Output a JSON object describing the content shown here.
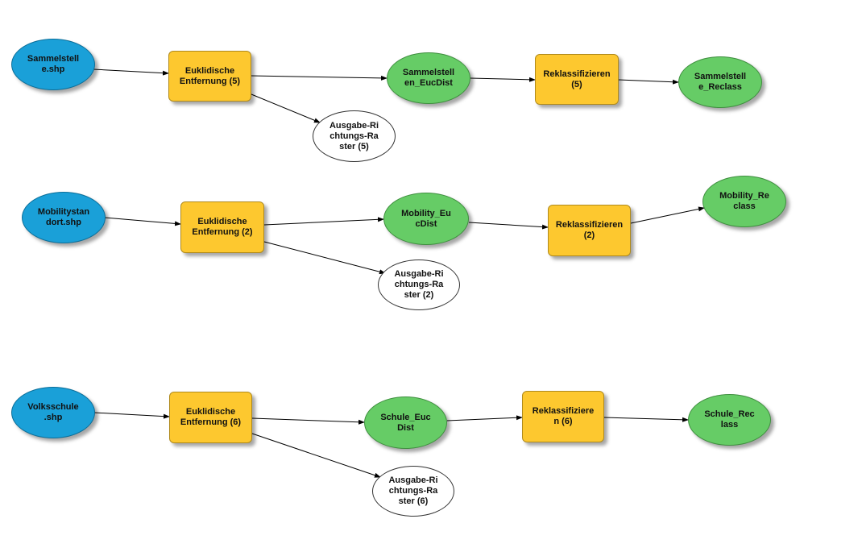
{
  "colors": {
    "input_data": "#1aa0d8",
    "tool": "#fdc82f",
    "derived_data": "#66cc66",
    "output_raster": "#ffffff",
    "connector": "#000000"
  },
  "rows": [
    {
      "input": "Sammelstell\ne.shp",
      "tool": "Euklidische\nEntfernung (5)",
      "distance": "Sammelstell\nen_EucDist",
      "direction": "Ausgabe-Ri\nchtungs-Ra\nster (5)",
      "reclass_tool": "Reklassifizieren\n(5)",
      "reclass_out": "Sammelstell\ne_Reclass"
    },
    {
      "input": "Mobilitystan\ndort.shp",
      "tool": "Euklidische\nEntfernung (2)",
      "distance": "Mobility_Eu\ncDist",
      "direction": "Ausgabe-Ri\nchtungs-Ra\nster (2)",
      "reclass_tool": "Reklassifizieren\n(2)",
      "reclass_out": "Mobility_Re\nclass"
    },
    {
      "input": "Volksschule\n.shp",
      "tool": "Euklidische\nEntfernung (6)",
      "distance": "Schule_Euc\nDist",
      "direction": "Ausgabe-Ri\nchtungs-Ra\nster (6)",
      "reclass_tool": "Reklassifiziere\nn (6)",
      "reclass_out": "Schule_Rec\nlass"
    }
  ]
}
